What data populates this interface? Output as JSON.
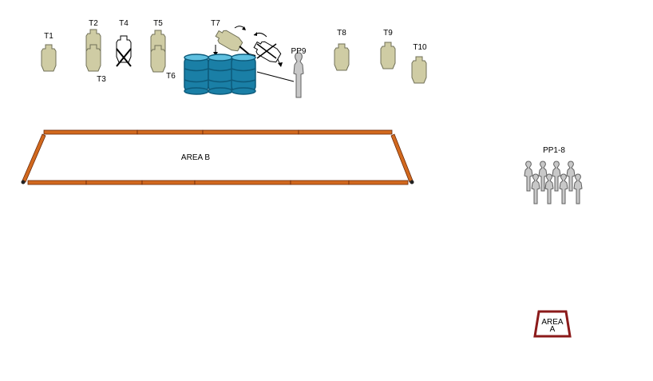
{
  "colors": {
    "target_fill": "#cfcca4",
    "target_stroke": "#707058",
    "no_shoot_fill": "#ffffff",
    "popper_fill": "#c8c8c8",
    "popper_stroke": "#606060",
    "barrel_fill": "#1a7fa6",
    "barrel_dark": "#0d5a7a",
    "barrel_light": "#5fc0e0",
    "fault_line": "#d2691e",
    "fault_line_dark": "#6b2a0a",
    "area_a_border": "#8b1a1a"
  },
  "labels": {
    "t1": "T1",
    "t2": "T2",
    "t3": "T3",
    "t4": "T4",
    "t5": "T5",
    "t6": "T6",
    "t7": "T7",
    "t8": "T8",
    "t9": "T9",
    "t10": "T10",
    "pp9": "PP9",
    "pp1_8": "PP1-8",
    "area_b": "AREA B",
    "area_a_line1": "AREA",
    "area_a_line2": "A"
  }
}
